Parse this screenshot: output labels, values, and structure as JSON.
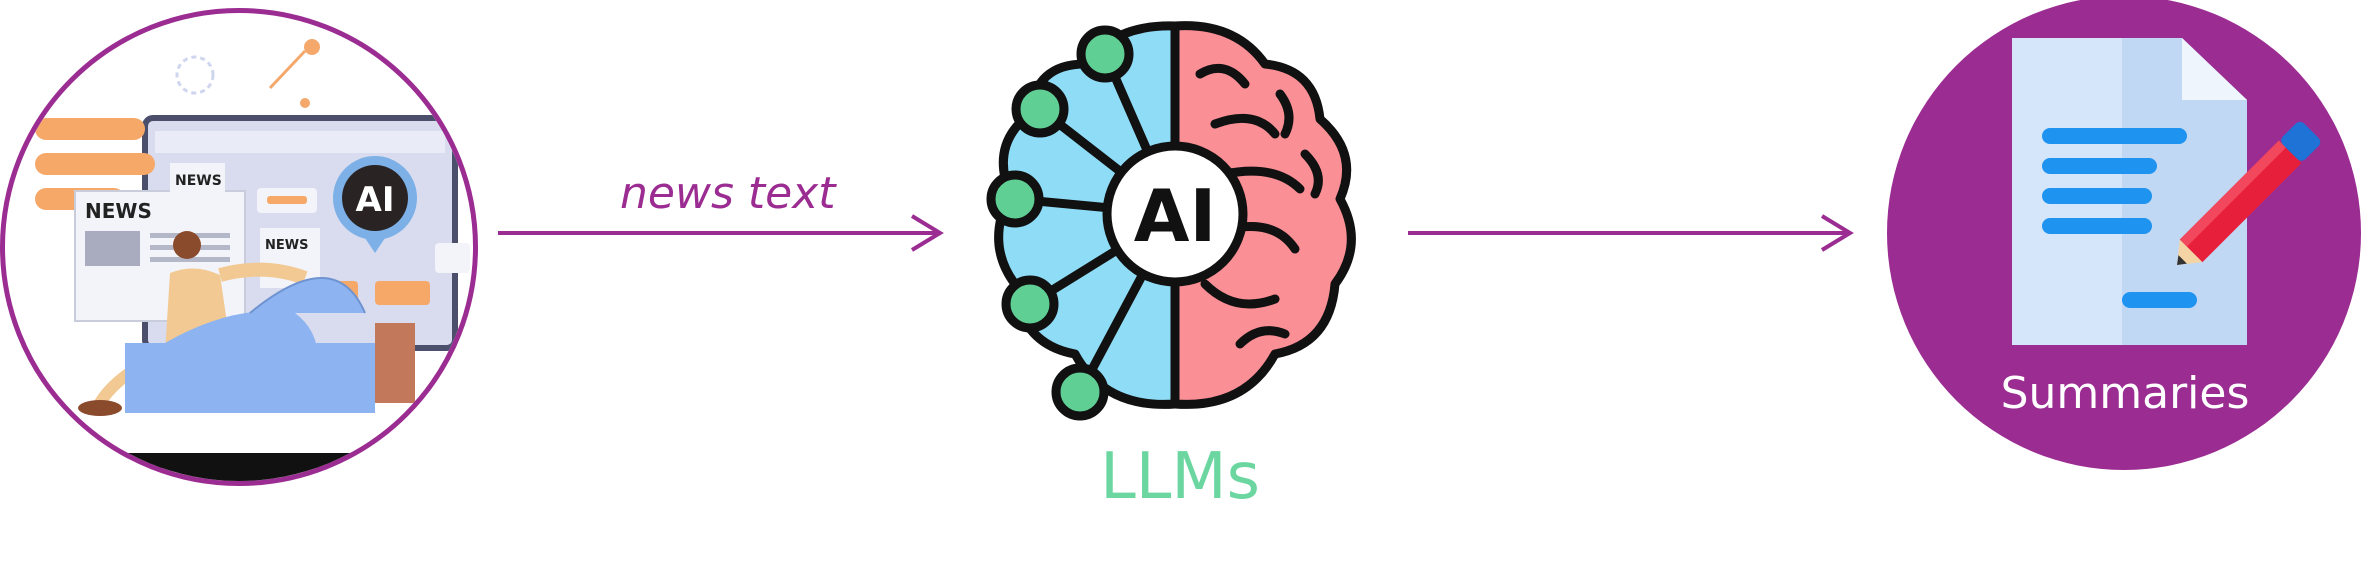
{
  "nodes": {
    "news_image": {
      "label": ""
    },
    "llm": {
      "label": "LLMs",
      "center_text": "AI"
    },
    "summaries": {
      "label": "Summaries"
    }
  },
  "news_illustration": {
    "screen_badge": "AI",
    "news_tag_1": "NEWS",
    "news_tag_2": "NEWS",
    "news_tag_3": "NEWS"
  },
  "edges": {
    "news_to_llm": {
      "label": "news text"
    },
    "llm_to_summaries": {
      "label": ""
    }
  },
  "colors": {
    "accent": "#9b2c92",
    "llm_label": "#6bd6a0",
    "brain_left": "#8fdcf6",
    "brain_right": "#fa8f96",
    "node_green": "#5fcf94"
  }
}
